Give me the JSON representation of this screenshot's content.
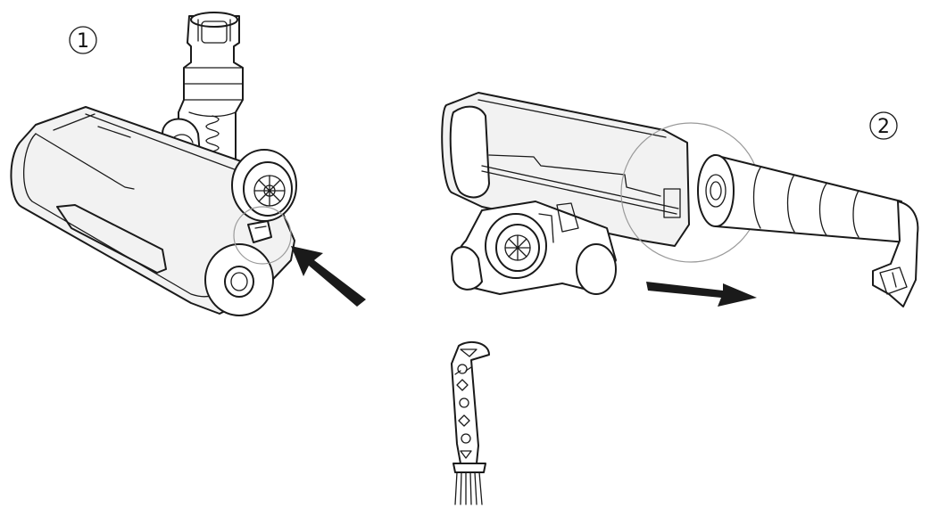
{
  "steps": [
    {
      "number": "1"
    },
    {
      "number": "2"
    }
  ],
  "colors": {
    "line": "#1a1a1a",
    "background": "#ffffff",
    "arrow": "#1a1a1a"
  },
  "icons": [
    "floor-head-illustration",
    "brush-roll-removal-illustration",
    "cleaning-tool-illustration",
    "push-arrow",
    "pull-arrow"
  ]
}
